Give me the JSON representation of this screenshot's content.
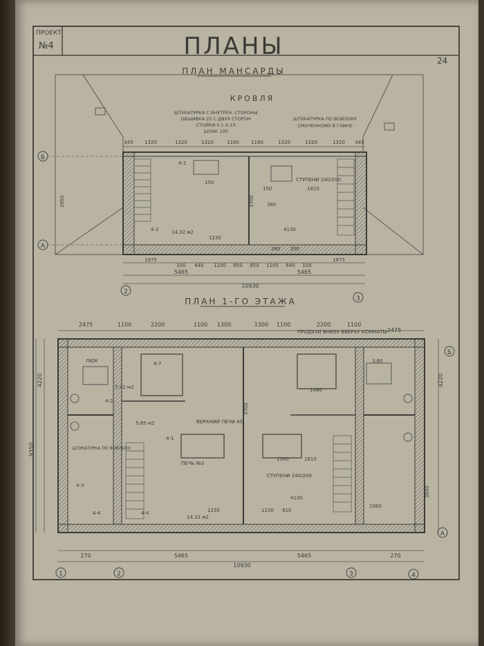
{
  "header": {
    "project_label": "ПРОЕКТ",
    "project_number": "№4",
    "title": "ПЛАНЫ",
    "page_number": "24"
  },
  "attic_plan": {
    "title": "ПЛАН МАНСАРДЫ",
    "roof_label": "КРОВЛЯ",
    "note_left": [
      "ШТУКАТУРКА С ВНУТРЕН. СТОРОНЫ",
      "ОБШИВКА 25 С ДВУХ СТОРОН",
      "СТОЙКИ 0.1-0.10",
      "ШЛАК 100"
    ],
    "note_right": [
      "ШТУКАТУРКА ПО ВОЙЛОКУ",
      "СМОЧЕННОМУ В ГЛИНЕ"
    ],
    "area_left": "14.32 м2",
    "stairs_note": "СТУПЕНИ 240/200",
    "room_code_left": "4-2",
    "room_code_tl": "4-1",
    "dims_top": [
      "345",
      "1320",
      "1320",
      "1320",
      "1160",
      "1160",
      "1320",
      "1320",
      "1320",
      "345"
    ],
    "dims_bottom": [
      "1975",
      "100",
      "640",
      "1100",
      "650",
      "650",
      "1100",
      "640",
      "100",
      "1975"
    ],
    "dim_half_left": "5465",
    "dim_half_right": "5465",
    "dim_total": "10930",
    "dim_height": "3950",
    "dim_inner": "3700",
    "dims_misc": [
      "150",
      "150",
      "1230",
      "260",
      "200",
      "1810",
      "380",
      "4130"
    ],
    "axis_b": "Б",
    "axis_a": "А",
    "axis_2": "2",
    "axis_3": "3"
  },
  "ground_plan": {
    "title": "ПЛАН 1-ГО ЭТАЖА",
    "dims_top": [
      "2475",
      "1100",
      "2200",
      "1100",
      "1300",
      "1300",
      "1100",
      "2200",
      "1100",
      "2475"
    ],
    "labels": {
      "hatch": "ЛЮК",
      "area_1": "7.42 м2",
      "area_2": "5.85 м2",
      "area_3": "14.32 м2",
      "area_4": "3.60",
      "stove": "ПЕЧЬ №3",
      "stairs": "СТУПЕНИ 240/200",
      "furnace_note": "ПРОДУХИ ВНИЗУ ВВЕРХУ КОМНАТЫ",
      "plaster_note": "ШТУКАТУРКА ПО ВОЙЛОКУ",
      "pipe_note": "ВЕРХНИЙ ПЕЧИ 45",
      "room_codes": [
        "4-2",
        "4-3",
        "4-1",
        "4-4",
        "4-7",
        "4-4"
      ]
    },
    "dims_bottom": [
      "270",
      "5465",
      "5465",
      "270"
    ],
    "dim_total": "10930",
    "dim_side_left": "4220",
    "dim_side_right": "4220",
    "dim_side_total": "9350",
    "dim_inner": "3700",
    "dims_misc": [
      "1230",
      "810",
      "1230",
      "4130",
      "1160",
      "1810",
      "1480",
      "1080",
      "3650"
    ],
    "axis_b": "Б",
    "axis_a": "А",
    "axis_1": "1",
    "axis_2": "2",
    "axis_3": "3",
    "axis_4": "4"
  }
}
